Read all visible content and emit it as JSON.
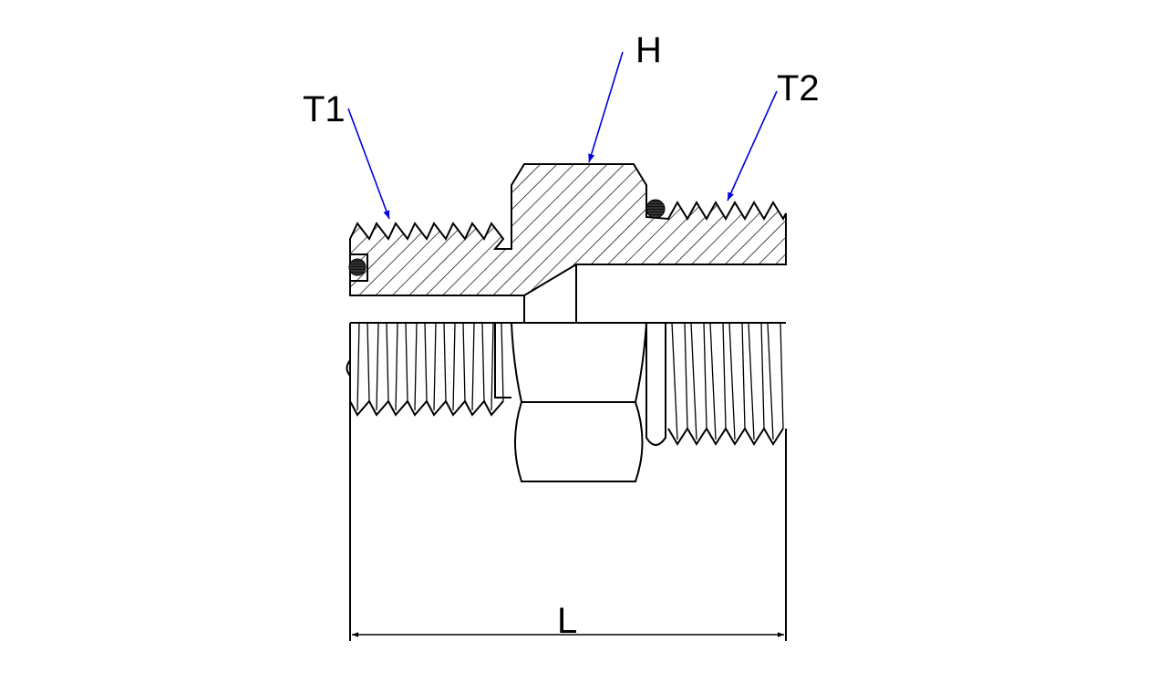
{
  "labels": {
    "t1": "T1",
    "h": "H",
    "t2": "T2",
    "l": "L"
  },
  "colors": {
    "leader": "#0000dd",
    "line": "#000000"
  }
}
